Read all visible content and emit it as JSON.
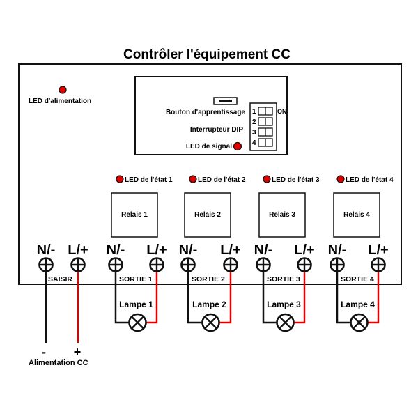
{
  "title": "Contrôler l'équipement CC",
  "colors": {
    "led": "#e00000",
    "wire_positive": "#e00000",
    "wire_negative": "#111111",
    "outline": "#111111"
  },
  "power_led": {
    "label": "LED d'alimentation"
  },
  "control_panel": {
    "learn_button_label": "Bouton d'apprentissage",
    "dip_switch_label": "Interrupteur DIP",
    "signal_led_label": "LED de signal",
    "dip_on_label": "ON",
    "dip_positions": [
      "1",
      "2",
      "3",
      "4"
    ]
  },
  "relays": [
    {
      "led_label": "LED de l'état 1",
      "relay_label": "Relais 1"
    },
    {
      "led_label": "LED de l'état 2",
      "relay_label": "Relais 2"
    },
    {
      "led_label": "LED de l'état 3",
      "relay_label": "Relais 3"
    },
    {
      "led_label": "LED de l'état 4",
      "relay_label": "Relais 4"
    }
  ],
  "terminals": {
    "neg_label": "N/-",
    "pos_label": "L/+",
    "input_label": "SAISIR",
    "outputs": [
      "SORTIE 1",
      "SORTIE 2",
      "SORTIE 3",
      "SORTIE 4"
    ]
  },
  "lamps": [
    "Lampe 1",
    "Lampe 2",
    "Lampe 3",
    "Lampe 4"
  ],
  "power_supply": {
    "minus": "-",
    "plus": "+",
    "label": "Alimentation CC"
  }
}
